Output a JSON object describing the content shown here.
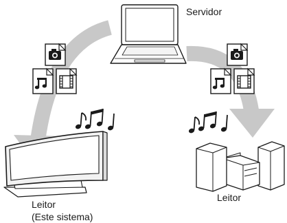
{
  "labels": {
    "server": "Servidor",
    "player_left": "Leitor",
    "player_left_note": "(Este sistema)",
    "player_right": "Leitor"
  },
  "icons": {
    "server": "laptop-icon",
    "player_left": "flat-tv-icon",
    "player_right": "mini-hifi-stereo-icon",
    "photo": "camera-icon",
    "music": "music-note-icon",
    "video": "film-strip-icon"
  },
  "colors": {
    "arrow": "#c8c8c8",
    "outline": "#1a1a1a",
    "device_fill": "#ffffff"
  }
}
